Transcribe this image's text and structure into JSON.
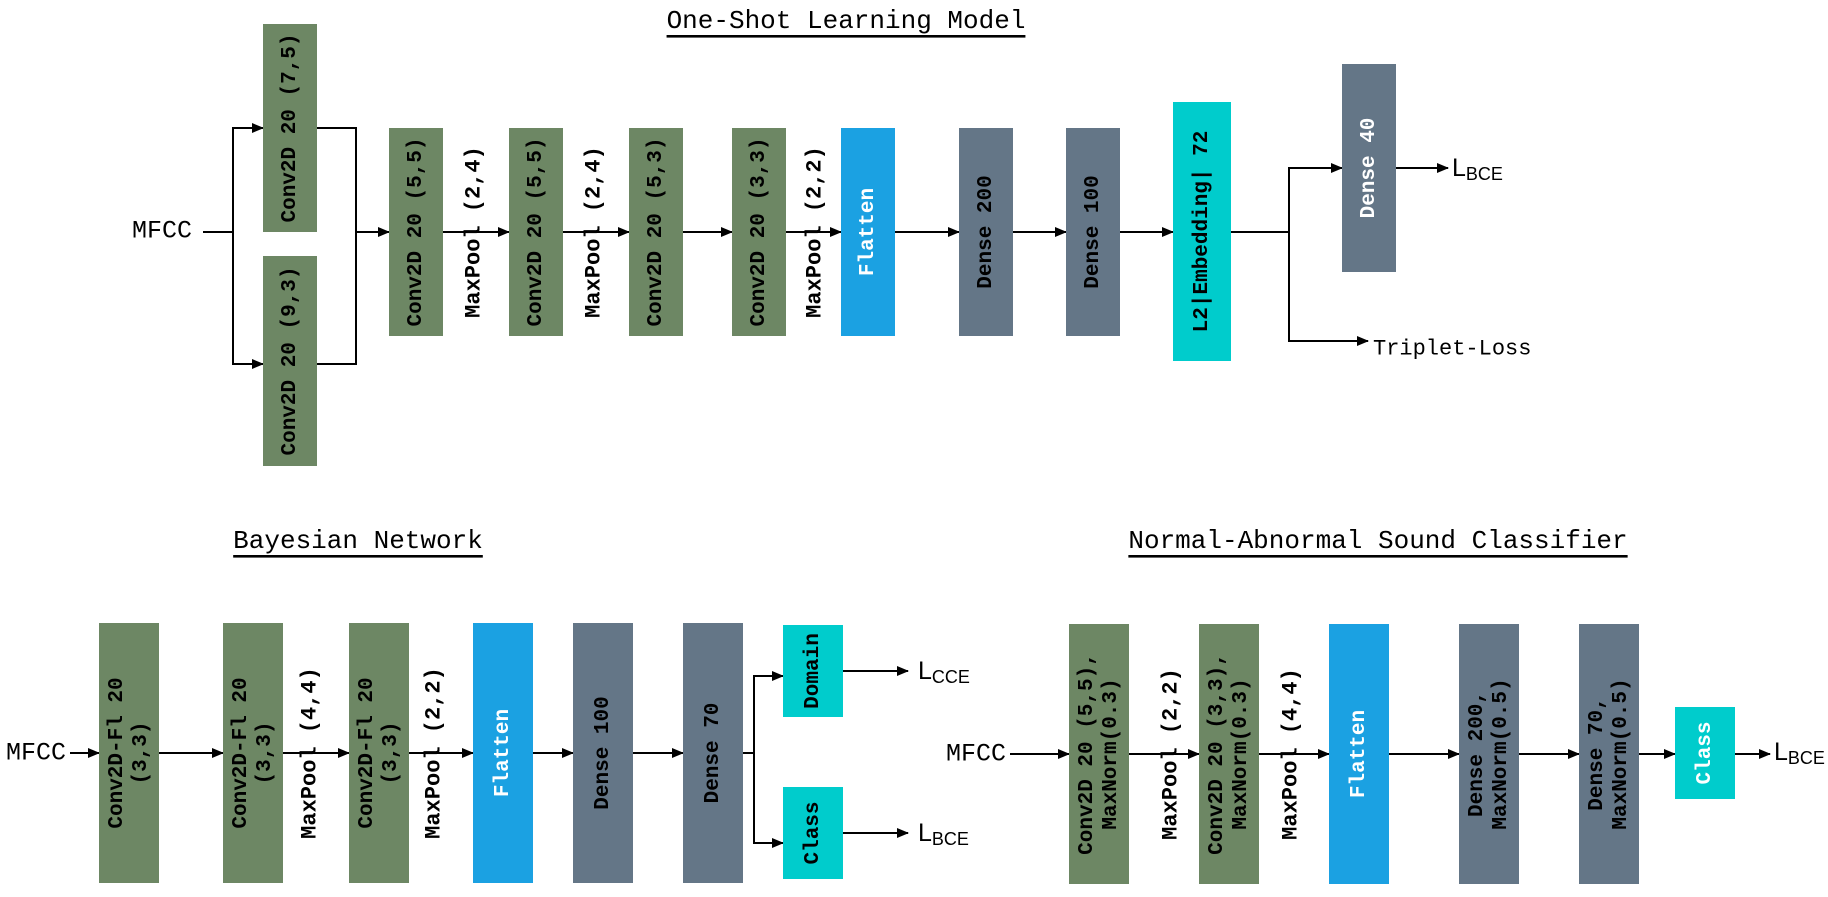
{
  "colors": {
    "conv": "#6d8764",
    "flatten": "#1ba1e2",
    "dense": "#647687",
    "embed": "#00cccc",
    "text_light": "#ffffff",
    "text_dark": "#000000"
  },
  "one_shot": {
    "title": "One-Shot Learning Model",
    "input": "MFCC",
    "conv_a": "Conv2D 20 (7,5)",
    "conv_b": "Conv2D 20 (9,3)",
    "conv1": "Conv2D 20 (5,5)",
    "pool1": "MaxPool (2,4)",
    "conv2": "Conv2D 20 (5,5)",
    "pool2": "MaxPool (2,4)",
    "conv3": "Conv2D 20 (5,3)",
    "conv4": "Conv2D 20 (3,3)",
    "pool3": "MaxPool (2,2)",
    "flatten": "Flatten",
    "dense1": "Dense 200",
    "dense2": "Dense 100",
    "embedding": "L2|Embedding| 72",
    "dense_out": "Dense 40",
    "out_bce": {
      "main": "L",
      "sub": "BCE"
    },
    "out_triplet": "Triplet-Loss"
  },
  "bayes": {
    "title": "Bayesian Network",
    "input": "MFCC",
    "conv1": [
      "Conv2D-Fl 20",
      "(3,3)"
    ],
    "conv2": [
      "Conv2D-Fl 20",
      "(3,3)"
    ],
    "pool1": "MaxPool (4,4)",
    "conv3": [
      "Conv2D-Fl 20",
      "(3,3)"
    ],
    "pool2": "MaxPool (2,2)",
    "flatten": "Flatten",
    "dense1": "Dense 100",
    "dense2": "Dense 70",
    "domain": "Domain",
    "class": "Class",
    "out_cce": {
      "main": "L",
      "sub": "CCE"
    },
    "out_bce": {
      "main": "L",
      "sub": "BCE"
    }
  },
  "nasc": {
    "title": "Normal-Abnormal Sound Classifier",
    "input": "MFCC",
    "conv1": [
      "Conv2D 20 (5,5),",
      "MaxNorm(0.3)"
    ],
    "pool1": "MaxPool (2,2)",
    "conv2": [
      "Conv2D 20 (3,3),",
      "MaxNorm(0.3)"
    ],
    "pool2": "MaxPool (4,4)",
    "flatten": "Flatten",
    "dense1": [
      "Dense 200,",
      "MaxNorm(0.5)"
    ],
    "dense2": [
      "Dense 70,",
      "MaxNorm(0.5)"
    ],
    "class": "Class",
    "out_bce": {
      "main": "L",
      "sub": "BCE"
    }
  }
}
